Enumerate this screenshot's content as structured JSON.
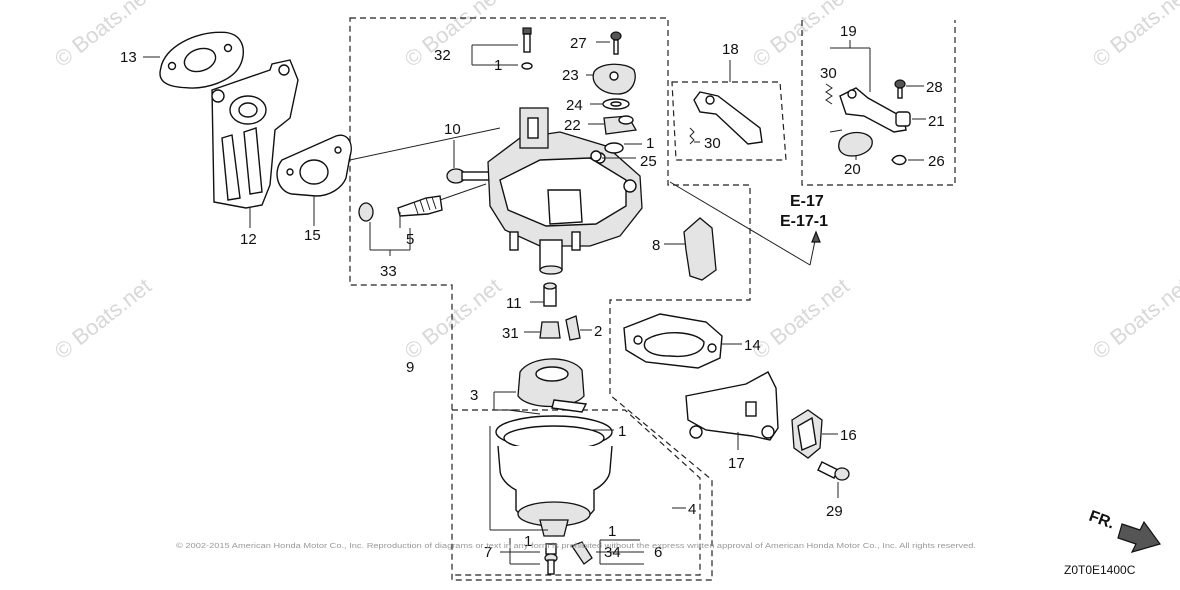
{
  "watermarks": [
    {
      "text": "© Boats.net"
    },
    {
      "text": "© Boats.net"
    },
    {
      "text": "© Boats.net"
    },
    {
      "text": "© Boats.net"
    },
    {
      "text": "© Boats.net"
    },
    {
      "text": "© Boats.net"
    },
    {
      "text": "© Boats.net"
    },
    {
      "text": "© Boats.net"
    }
  ],
  "callouts": {
    "c1a": "1",
    "c1b": "1",
    "c1c": "1",
    "c1d": "1",
    "c1e": "1",
    "c2": "2",
    "c3": "3",
    "c4": "4",
    "c5": "5",
    "c6": "6",
    "c7": "7",
    "c8": "8",
    "c9": "9",
    "c10": "10",
    "c11": "11",
    "c12": "12",
    "c13": "13",
    "c14": "14",
    "c15": "15",
    "c16": "16",
    "c17": "17",
    "c18": "18",
    "c19": "19",
    "c20": "20",
    "c21": "21",
    "c22": "22",
    "c23": "23",
    "c24": "24",
    "c25": "25",
    "c26": "26",
    "c27": "27",
    "c28": "28",
    "c29": "29",
    "c30a": "30",
    "c30b": "30",
    "c31": "31",
    "c32": "32",
    "c33": "33",
    "c34": "34"
  },
  "references": {
    "e17": "E-17",
    "e17_1": "E-17-1"
  },
  "direction_label": "FR.",
  "diagram_code": "Z0T0E1400C",
  "copyright_text": "© 2002-2015 American Honda Motor Co., Inc. Reproduction of diagrams or text in any form is prohibited without the express written approval of American Honda Motor Co., Inc. All rights reserved."
}
